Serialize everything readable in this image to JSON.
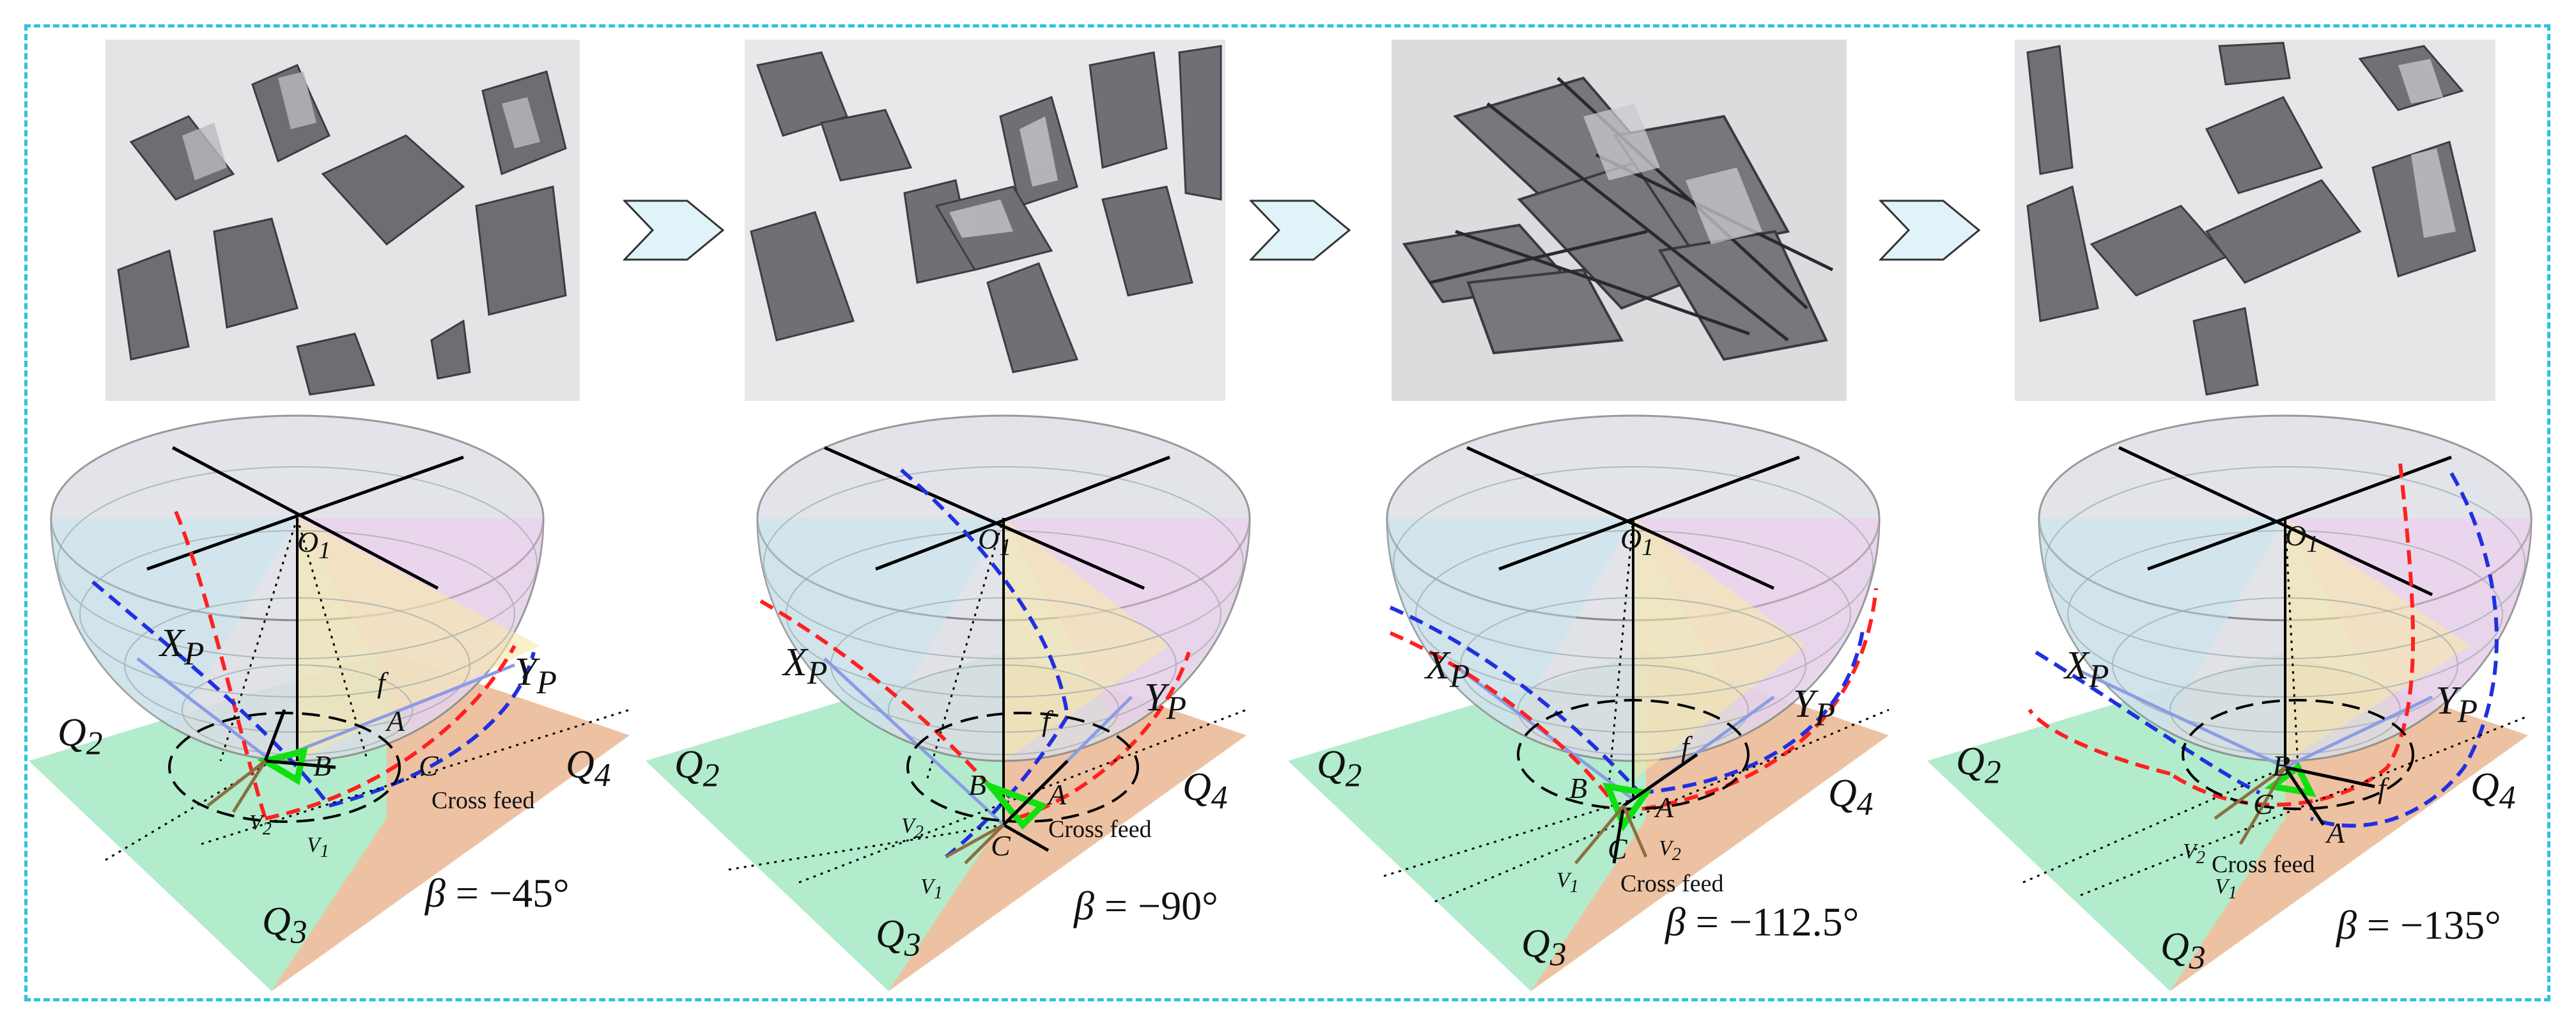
{
  "images": [
    {
      "name": "chip-photo-1",
      "kind": "scattered-chips"
    },
    {
      "name": "chip-photo-2",
      "kind": "scattered-chips"
    },
    {
      "name": "chip-photo-3",
      "kind": "chip-cluster"
    },
    {
      "name": "chip-photo-4",
      "kind": "scattered-chips"
    }
  ],
  "arrows": [
    "chevron-right-arrow",
    "chevron-right-arrow",
    "chevron-right-arrow"
  ],
  "colors": {
    "frame": "#2ec4d8",
    "arrow_fill": "#dff3f8",
    "red_curve": "#ff2020",
    "blue_curve": "#2030e0",
    "green_triangle": "#10e010",
    "q2_plane": "#9fe6c0",
    "q4_plane": "#f7b38f"
  },
  "labels": {
    "o1": "O",
    "o1_sub": "1",
    "xp": "X",
    "xp_sub": "P",
    "yp": "Y",
    "yp_sub": "P",
    "q2": "Q",
    "q2_sub": "2",
    "q3": "Q",
    "q3_sub": "3",
    "q4": "Q",
    "q4_sub": "4",
    "a": "A",
    "b": "B",
    "c": "C",
    "f": "f",
    "v1": "V",
    "v1_sub": "1",
    "v2": "V",
    "v2_sub": "2",
    "cross_feed": "Cross feed",
    "beta_symbol": "β",
    "eq": " = "
  },
  "panels": [
    {
      "beta_value": "−45°"
    },
    {
      "beta_value": "−90°"
    },
    {
      "beta_value": "−112.5°"
    },
    {
      "beta_value": "−135°"
    }
  ]
}
